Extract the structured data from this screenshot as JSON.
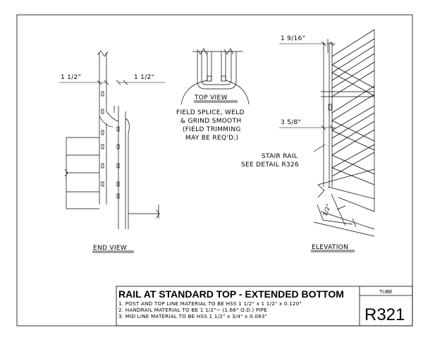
{
  "labels": {
    "end_view_dim_left": "1 1/2\"",
    "end_view_dim_right": "1 1/2\"",
    "end_view": "END VIEW",
    "top_view": "TOP VIEW",
    "field_note": [
      "FIELD SPLICE, WELD",
      "& GRIND SMOOTH",
      "(FIELD TRIMMING",
      "MAY BE REQ'D.)"
    ],
    "elev_dim_top": "1 9/16\"",
    "elev_dim_mid": "3 5/8\"",
    "stair_rail": [
      "STAIR RAIL",
      "SEE DETAIL R326"
    ],
    "elev_dim_slope": "1/2\"",
    "elevation": "ELEVATION"
  },
  "title_block": {
    "title": "RAIL AT STANDARD TOP - EXTENDED BOTTOM",
    "notes": [
      "1. POST AND TOP LINE MATERIAL TO BE HSS 1 1/2\" x 1 1/2\" x 0.120\"",
      "2. HANDRAIL MATERIAL TO BE 1 1/2\"~ (1.66\" O.D.) PIPE",
      "3. MID LINE MATERIAL TO BE HSS 1 1/2\" x 3/4\" x 0.083\""
    ],
    "category": "TUBE",
    "code": "R321"
  }
}
